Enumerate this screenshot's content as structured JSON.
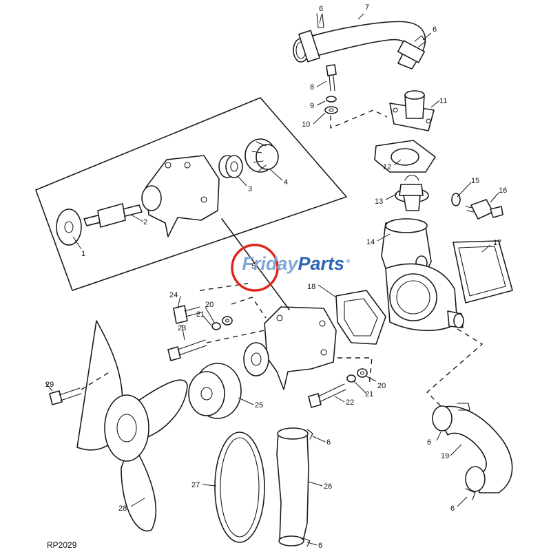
{
  "diagram_code": "RP2029",
  "watermark": {
    "word_left": "Friday",
    "word_right": "Parts",
    "mark": "®",
    "color_left": "#7fa6d6",
    "color_right": "#2f66b3",
    "circle_color": "#e0251b"
  },
  "callouts": [
    "1",
    "2",
    "3",
    "4",
    "5",
    "6",
    "7",
    "6",
    "8",
    "9",
    "10",
    "11",
    "12",
    "13",
    "14",
    "15",
    "16",
    "17",
    "18",
    "24",
    "20",
    "21",
    "23",
    "20",
    "21",
    "22",
    "29",
    "25",
    "28",
    "27",
    "26",
    "6",
    "6",
    "19",
    "6",
    "6"
  ]
}
